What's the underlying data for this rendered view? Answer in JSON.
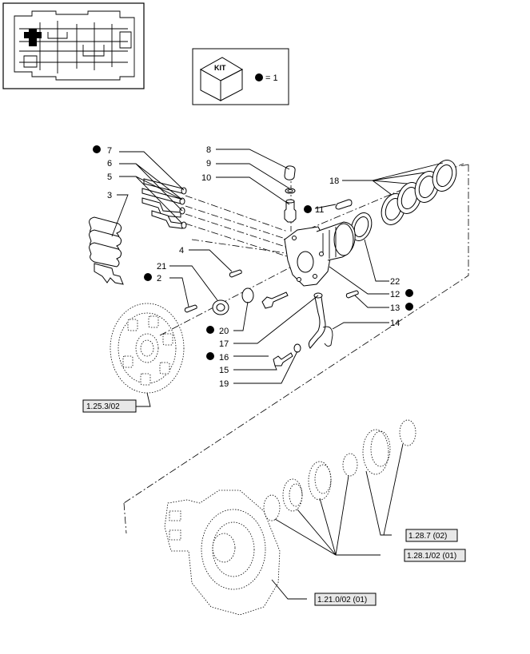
{
  "kit_legend": {
    "kit_label": "KIT",
    "equals_text": "= 1"
  },
  "callouts": [
    {
      "num": "7",
      "kit": true
    },
    {
      "num": "6",
      "kit": false
    },
    {
      "num": "5",
      "kit": false
    },
    {
      "num": "3",
      "kit": false
    },
    {
      "num": "8",
      "kit": false
    },
    {
      "num": "9",
      "kit": false
    },
    {
      "num": "10",
      "kit": false
    },
    {
      "num": "11",
      "kit": true
    },
    {
      "num": "18",
      "kit": false
    },
    {
      "num": "4",
      "kit": false
    },
    {
      "num": "21",
      "kit": false
    },
    {
      "num": "2",
      "kit": true
    },
    {
      "num": "22",
      "kit": false
    },
    {
      "num": "12",
      "kit": true
    },
    {
      "num": "13",
      "kit": true
    },
    {
      "num": "14",
      "kit": false
    },
    {
      "num": "20",
      "kit": true
    },
    {
      "num": "17",
      "kit": false
    },
    {
      "num": "16",
      "kit": true
    },
    {
      "num": "15",
      "kit": false
    },
    {
      "num": "19",
      "kit": false
    }
  ],
  "references": [
    "1.25.3/02",
    "1.28.7 (02)",
    "1.28.1/02 (01)",
    "1.21.0/02 (01)"
  ]
}
